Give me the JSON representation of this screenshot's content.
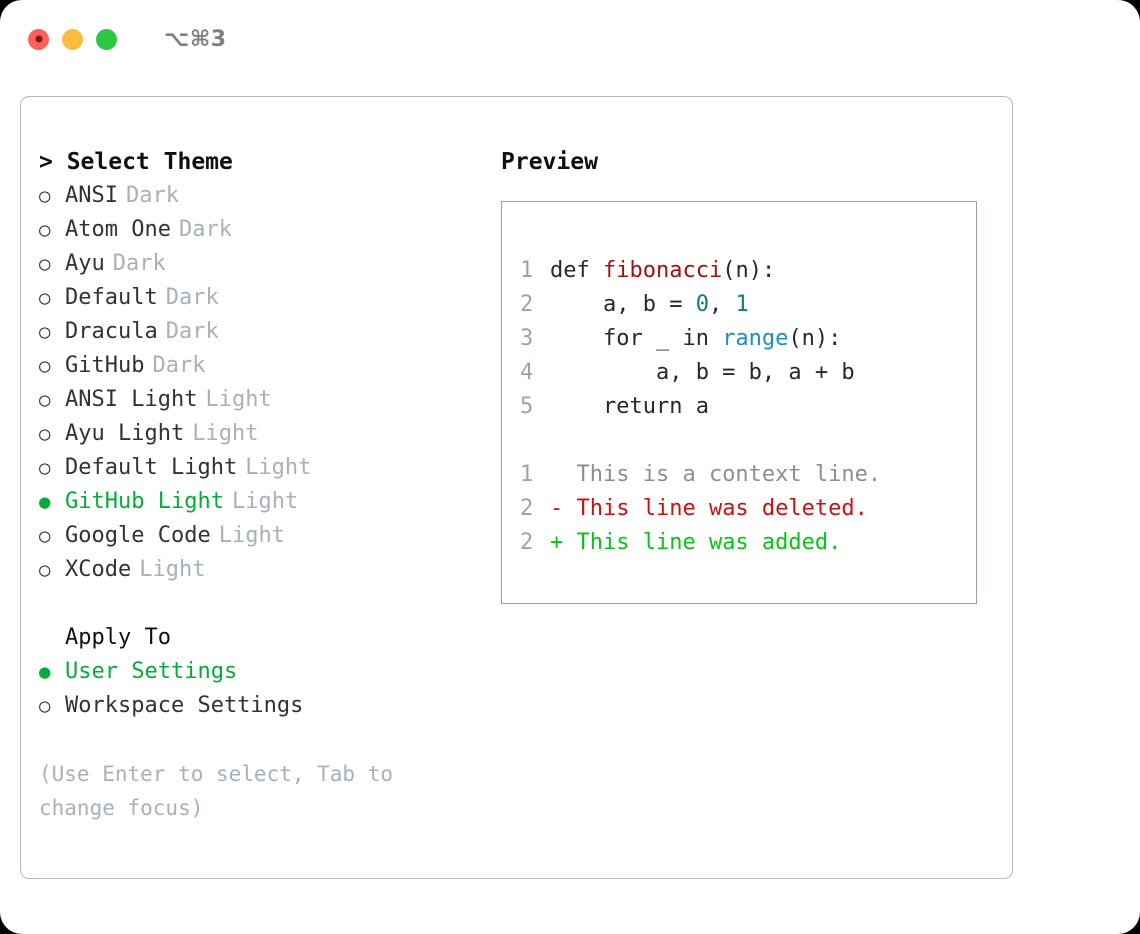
{
  "titlebar": {
    "shortcut": "⌥⌘3",
    "buttons": [
      {
        "name": "close",
        "color": "#fc6058"
      },
      {
        "name": "minimize",
        "color": "#fdbc40"
      },
      {
        "name": "maximize",
        "color": "#2bc93f"
      }
    ]
  },
  "theme_panel": {
    "title": "> Select Theme",
    "items": [
      {
        "marker": "○",
        "label": "ANSI",
        "category": "Dark",
        "selected": false
      },
      {
        "marker": "○",
        "label": "Atom One",
        "category": "Dark",
        "selected": false
      },
      {
        "marker": "○",
        "label": "Ayu",
        "category": "Dark",
        "selected": false
      },
      {
        "marker": "○",
        "label": "Default",
        "category": "Dark",
        "selected": false
      },
      {
        "marker": "○",
        "label": "Dracula",
        "category": "Dark",
        "selected": false
      },
      {
        "marker": "○",
        "label": "GitHub",
        "category": "Dark",
        "selected": false
      },
      {
        "marker": "○",
        "label": "ANSI Light",
        "category": "Light",
        "selected": false
      },
      {
        "marker": "○",
        "label": "Ayu Light",
        "category": "Light",
        "selected": false
      },
      {
        "marker": "○",
        "label": "Default Light",
        "category": "Light",
        "selected": false
      },
      {
        "marker": "●",
        "label": "GitHub Light",
        "category": "Light",
        "selected": true
      },
      {
        "marker": "○",
        "label": "Google Code",
        "category": "Light",
        "selected": false
      },
      {
        "marker": "○",
        "label": "XCode",
        "category": "Light",
        "selected": false
      }
    ]
  },
  "apply_to": {
    "title": "Apply To",
    "items": [
      {
        "marker": "●",
        "label": "User Settings",
        "selected": true
      },
      {
        "marker": "○",
        "label": "Workspace Settings",
        "selected": false
      }
    ]
  },
  "hint": "(Use Enter to select, Tab to change focus)",
  "preview": {
    "title": "Preview",
    "code_lines": [
      {
        "num": "1",
        "tokens": [
          {
            "text": "def ",
            "kind": "plain"
          },
          {
            "text": "fibonacci",
            "kind": "fn"
          },
          {
            "text": "(n):",
            "kind": "plain"
          }
        ]
      },
      {
        "num": "2",
        "tokens": [
          {
            "text": "    a, b = ",
            "kind": "plain"
          },
          {
            "text": "0",
            "kind": "num"
          },
          {
            "text": ", ",
            "kind": "plain"
          },
          {
            "text": "1",
            "kind": "num"
          }
        ]
      },
      {
        "num": "3",
        "tokens": [
          {
            "text": "    for _ in ",
            "kind": "plain"
          },
          {
            "text": "range",
            "kind": "call"
          },
          {
            "text": "(n):",
            "kind": "plain"
          }
        ]
      },
      {
        "num": "4",
        "tokens": [
          {
            "text": "        a, b = b, a + b",
            "kind": "plain"
          }
        ]
      },
      {
        "num": "5",
        "tokens": [
          {
            "text": "    return a",
            "kind": "plain"
          }
        ]
      }
    ],
    "diff_lines": [
      {
        "num": "1",
        "sign": " ",
        "text": " This is a context line.",
        "kind": "ctx"
      },
      {
        "num": "2",
        "sign": "-",
        "text": " This line was deleted.",
        "kind": "del"
      },
      {
        "num": "2",
        "sign": "+",
        "text": " This line was added.",
        "kind": "add"
      }
    ]
  },
  "colors": {
    "accent_green": "#07ab3c",
    "muted": "#a8b0bc",
    "border": "#b3bbc6",
    "preview_border": "#95a0ad",
    "syntax_function": "#a01313",
    "syntax_number": "#117a7a",
    "syntax_call": "#1f8dc0",
    "diff_deleted": "#cc1111",
    "diff_added": "#0cc21a",
    "diff_context": "#8a8f96"
  }
}
